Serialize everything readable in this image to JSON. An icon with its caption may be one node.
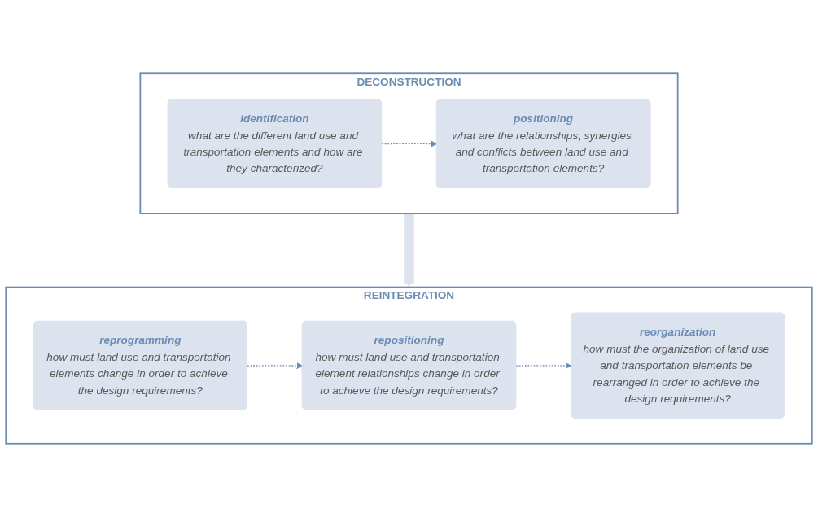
{
  "diagram": {
    "nodes": [
      {
        "text": [
          "DECONSTRUCTION"
        ]
      },
      {
        "text": [
          "identification",
          "what are the different land use and transportation elements and how are they characterized?"
        ],
        "in": 0
      },
      {
        "text": [
          "positioning",
          "what are the relationships, synergies and conflicts between land use and transportation elements?"
        ],
        "in": 0
      },
      {
        "text": [
          "REINTEGRATION"
        ]
      },
      {
        "text": [
          "reprogramming",
          "how must land use and transportation elements change in order to achieve the design requirements?"
        ],
        "in": 3
      },
      {
        "text": [
          "repositioning",
          "how must land use and transportation element relationships change in order to achieve the design requirements?"
        ],
        "in": 3
      },
      {
        "text": [
          "reorganization",
          "how must the organization of land use and transportation elements be rearranged in order to achieve the design requirements?"
        ],
        "in": 3
      }
    ],
    "edges": [
      {
        "from": 1,
        "to": 2,
        "arrow": "to",
        "style": "dashed"
      },
      {
        "from": 0,
        "to": 3,
        "arrow": "to",
        "style": "thick",
        "color": "#dce3ee"
      },
      {
        "from": 4,
        "to": 5,
        "arrow": "to",
        "style": "dashed"
      },
      {
        "from": 5,
        "to": 6,
        "arrow": "to",
        "style": "dashed"
      }
    ]
  }
}
